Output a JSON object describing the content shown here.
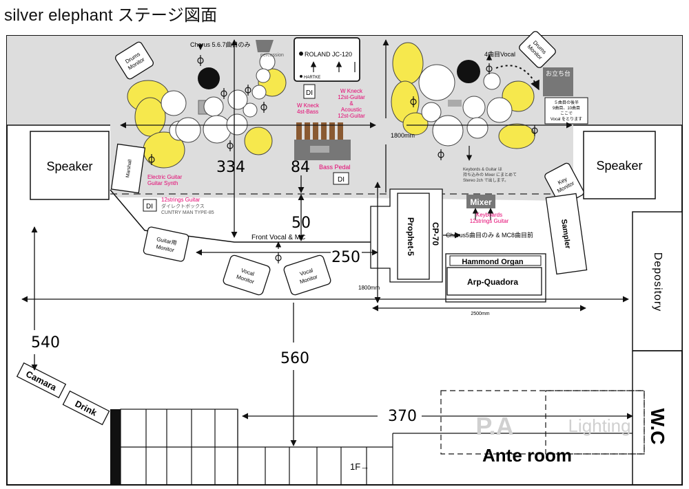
{
  "title": "silver elephant ステージ図面",
  "colors": {
    "stage": "#dddddd",
    "cymbal": "#f6e84d",
    "accent": "#e4006f",
    "wood": "#8a5a32",
    "box": "#777777"
  },
  "labels": {
    "speaker_left": "Speaker",
    "speaker_right": "Speaker",
    "drums_monitor_left": "Drums Monitor",
    "drums_monitor_right": "Drums Monitor",
    "chorus_567": "Chorus 5.6.7曲目のみ",
    "percussion": "percussion",
    "roland": "ROLAND JC-120",
    "hartke": "HARTKE",
    "vocal_4": "4曲目Vocal",
    "otachi": "お立ち台",
    "otachi_note": "５曲目の後半\n9曲目、10曲目\nここで\nVocal をとります",
    "di_bass": "DI",
    "w_kneck_bass": "W Kneck\n4st-Bass",
    "w_kneck_guitar": "W Kneck\n12st-Guitar\n&\nAcoustic\n12st-Guitar",
    "bass_pedal": "Bass Pedal",
    "di_pedal": "DI",
    "marshall": "Marshall",
    "electric_guitar": "Electric Guitar\nGuitar Synth",
    "di_12strings": "DI",
    "strings12": "12strings Guitar",
    "direct_box": "ダイレクトボックス",
    "country_man": "CUNTRY MAN TYPE-85",
    "guitar_monitor": "Guitar用\nMonitor",
    "front_vocal": "Front Vocal & MC",
    "vocal_monitor_1": "Vocal\nMonitor",
    "vocal_monitor_2": "Vocal\nMonitor",
    "keyboards_note": "Keybords & Guitar は\n持ち込みの Mixer にまとめて\nStereo 2ch で出します。",
    "mixer": "Mixer",
    "keyboards_guitar": "Keyboards\n12strings Guitar",
    "key_monitor": "Key\nMonitor",
    "sampler": "Sampler",
    "cp70": "CP-70",
    "prophet": "Prophet-5",
    "chorus_5": "Chorus5曲目のみ & MC8曲目前",
    "hammond": "Hammond Organ",
    "arp": "Arp-Quadora",
    "depository": "Depository",
    "camera": "Camara",
    "drink": "Drink",
    "pa": "P.A",
    "lighting": "Lighting",
    "wc": "W.C",
    "ante_room": "Ante room",
    "floor_1f": "1F→"
  },
  "dimensions": {
    "d334": "334",
    "d84": "84",
    "d50": "50",
    "d250": "250",
    "d540": "540",
    "d560": "560",
    "d370": "370",
    "mm1800_top": "1800mm",
    "mm1800_left": "1800mm",
    "mm2500": "2500mm"
  }
}
